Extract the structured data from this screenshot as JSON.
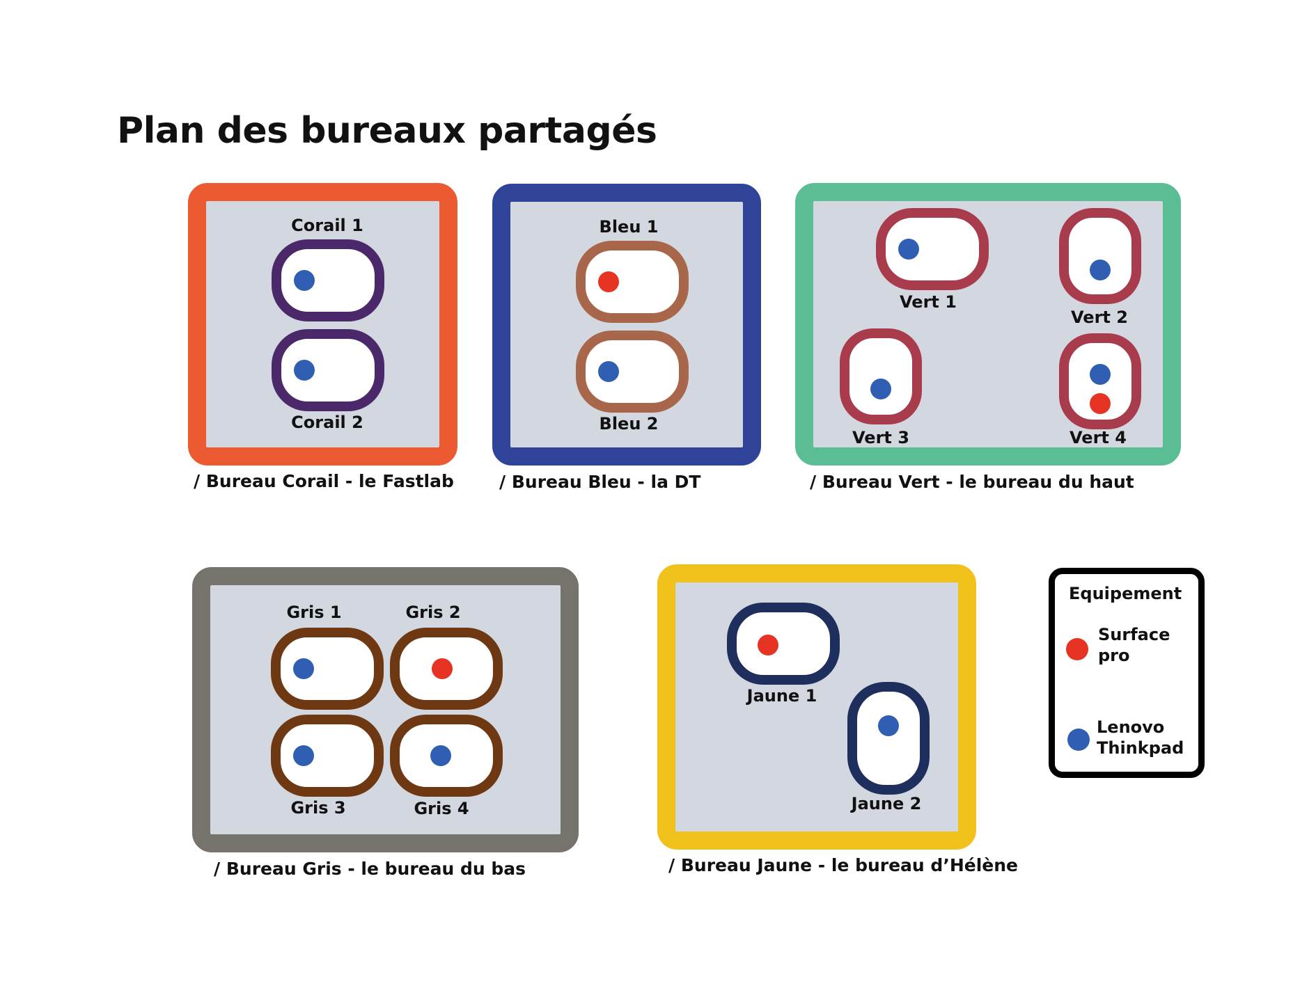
{
  "title": "Plan des bureaux partagés",
  "colors": {
    "surface_pro": "#e63323",
    "lenovo_thinkpad": "#2f5eb3",
    "room_fill": "#d3d7e0"
  },
  "rooms": {
    "corail": {
      "caption": "/ Bureau Corail - le Fastlab",
      "frame_color": "#eb5a30",
      "desk_color": "#4a2869",
      "desks": [
        {
          "label": "Corail 1",
          "equipment": [
            "Lenovo Thinkpad"
          ]
        },
        {
          "label": "Corail 2",
          "equipment": [
            "Lenovo Thinkpad"
          ]
        }
      ]
    },
    "bleu": {
      "caption": "/ Bureau Bleu - la DT",
      "frame_color": "#2f4398",
      "desk_color": "#a8674a",
      "desks": [
        {
          "label": "Bleu 1",
          "equipment": [
            "Surface pro"
          ]
        },
        {
          "label": "Bleu 2",
          "equipment": [
            "Lenovo Thinkpad"
          ]
        }
      ]
    },
    "vert": {
      "caption": "/ Bureau Vert - le bureau du haut",
      "frame_color": "#5bbd94",
      "desk_color": "#a93c4c",
      "desks": [
        {
          "label": "Vert 1",
          "equipment": [
            "Lenovo Thinkpad"
          ]
        },
        {
          "label": "Vert 2",
          "equipment": [
            "Lenovo Thinkpad"
          ]
        },
        {
          "label": "Vert 3",
          "equipment": [
            "Lenovo Thinkpad"
          ]
        },
        {
          "label": "Vert 4",
          "equipment": [
            "Lenovo Thinkpad",
            "Surface pro"
          ]
        }
      ]
    },
    "gris": {
      "caption": "/ Bureau Gris - le bureau du bas",
      "frame_color": "#76726c",
      "desk_color": "#6e3812",
      "desks": [
        {
          "label": "Gris 1",
          "equipment": [
            "Lenovo Thinkpad"
          ]
        },
        {
          "label": "Gris 2",
          "equipment": [
            "Surface pro"
          ]
        },
        {
          "label": "Gris 3",
          "equipment": [
            "Lenovo Thinkpad"
          ]
        },
        {
          "label": "Gris 4",
          "equipment": [
            "Lenovo Thinkpad"
          ]
        }
      ]
    },
    "jaune": {
      "caption": "/ Bureau Jaune - le bureau d’Hélène",
      "frame_color": "#f2c21c",
      "desk_color": "#1e2f5d",
      "desks": [
        {
          "label": "Jaune 1",
          "equipment": [
            "Surface pro"
          ]
        },
        {
          "label": "Jaune 2",
          "equipment": [
            "Lenovo Thinkpad"
          ]
        }
      ]
    }
  },
  "legend": {
    "title": "Equipement",
    "items": [
      {
        "label": "Surface pro",
        "color": "#e63323"
      },
      {
        "label": "Lenovo Thinkpad",
        "color": "#2f5eb3"
      }
    ]
  }
}
